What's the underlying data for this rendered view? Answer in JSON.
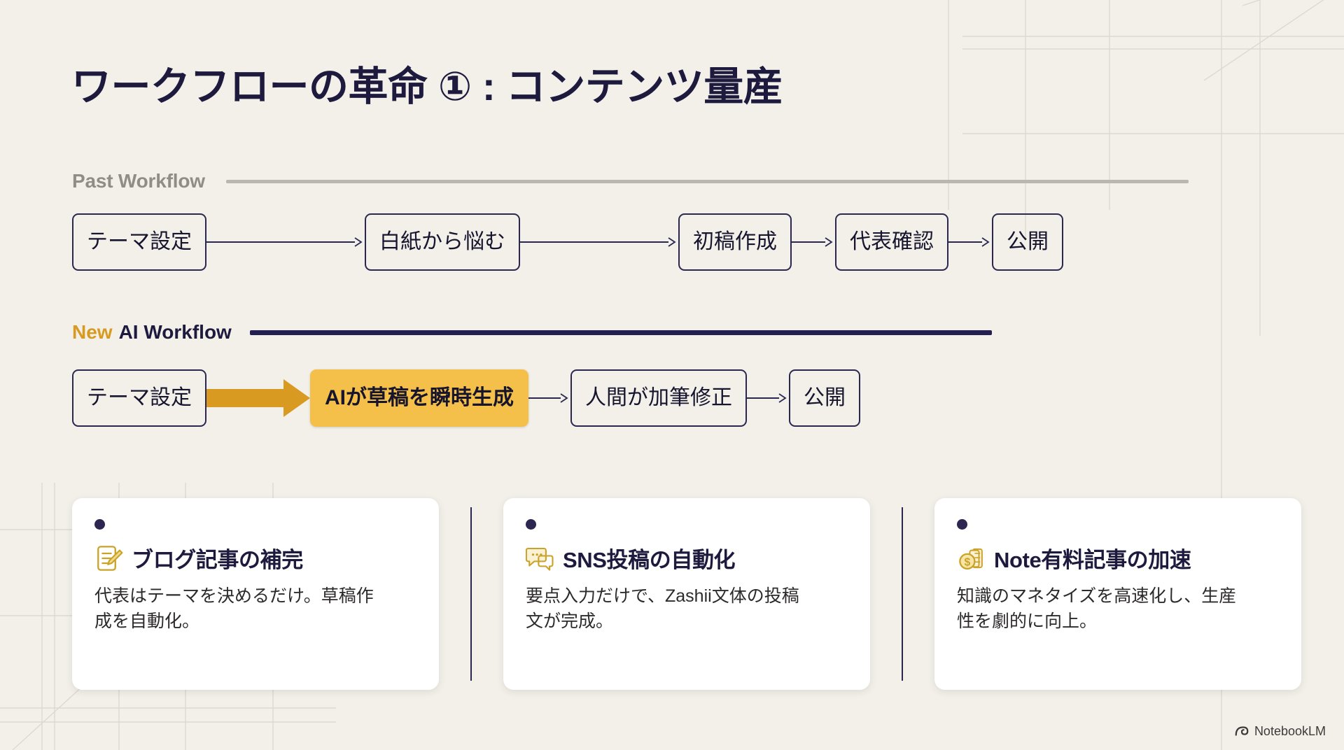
{
  "slide": {
    "title": "ワークフローの革命 ① : コンテンツ量産",
    "background_color": "#f2f0e9",
    "accent_navy": "#1d1a3e",
    "accent_gold": "#d99a21",
    "highlight_gold": "#f4c049"
  },
  "past_section": {
    "label": "Past Workflow",
    "label_color": "#8f8d86",
    "rule_color": "#b9b7b0",
    "nodes": [
      {
        "text": "テーマ設定",
        "highlight": false
      },
      {
        "text": "白紙から悩む",
        "highlight": false
      },
      {
        "text": "初稿作成",
        "highlight": false
      },
      {
        "text": "代表確認",
        "highlight": false
      },
      {
        "text": "公開",
        "highlight": false
      }
    ]
  },
  "new_section": {
    "label_new": "New",
    "label_rest": "AI Workflow",
    "label_new_color": "#d99a21",
    "label_rest_color": "#1d1a3e",
    "rule_color": "#231f50",
    "nodes": [
      {
        "text": "テーマ設定",
        "highlight": false
      },
      {
        "text": "AIが草稿を瞬時生成",
        "highlight": true
      },
      {
        "text": "人間が加筆修正",
        "highlight": false
      },
      {
        "text": "公開",
        "highlight": false
      }
    ]
  },
  "cards": [
    {
      "icon": "memo-pencil-icon",
      "title": "ブログ記事の補完",
      "body": "代表はテーマを決めるだけ。草稿作成を自動化。"
    },
    {
      "icon": "speech-bubble-icon",
      "title": "SNS投稿の自動化",
      "body": "要点入力だけで、Zashii文体の投稿文が完成。"
    },
    {
      "icon": "coin-stack-icon",
      "title": "Note有料記事の加速",
      "body": "知識のマネタイズを高速化し、生産性を劇的に向上。"
    }
  ],
  "watermark": {
    "label": "NotebookLM",
    "icon": "notebooklm-icon"
  }
}
